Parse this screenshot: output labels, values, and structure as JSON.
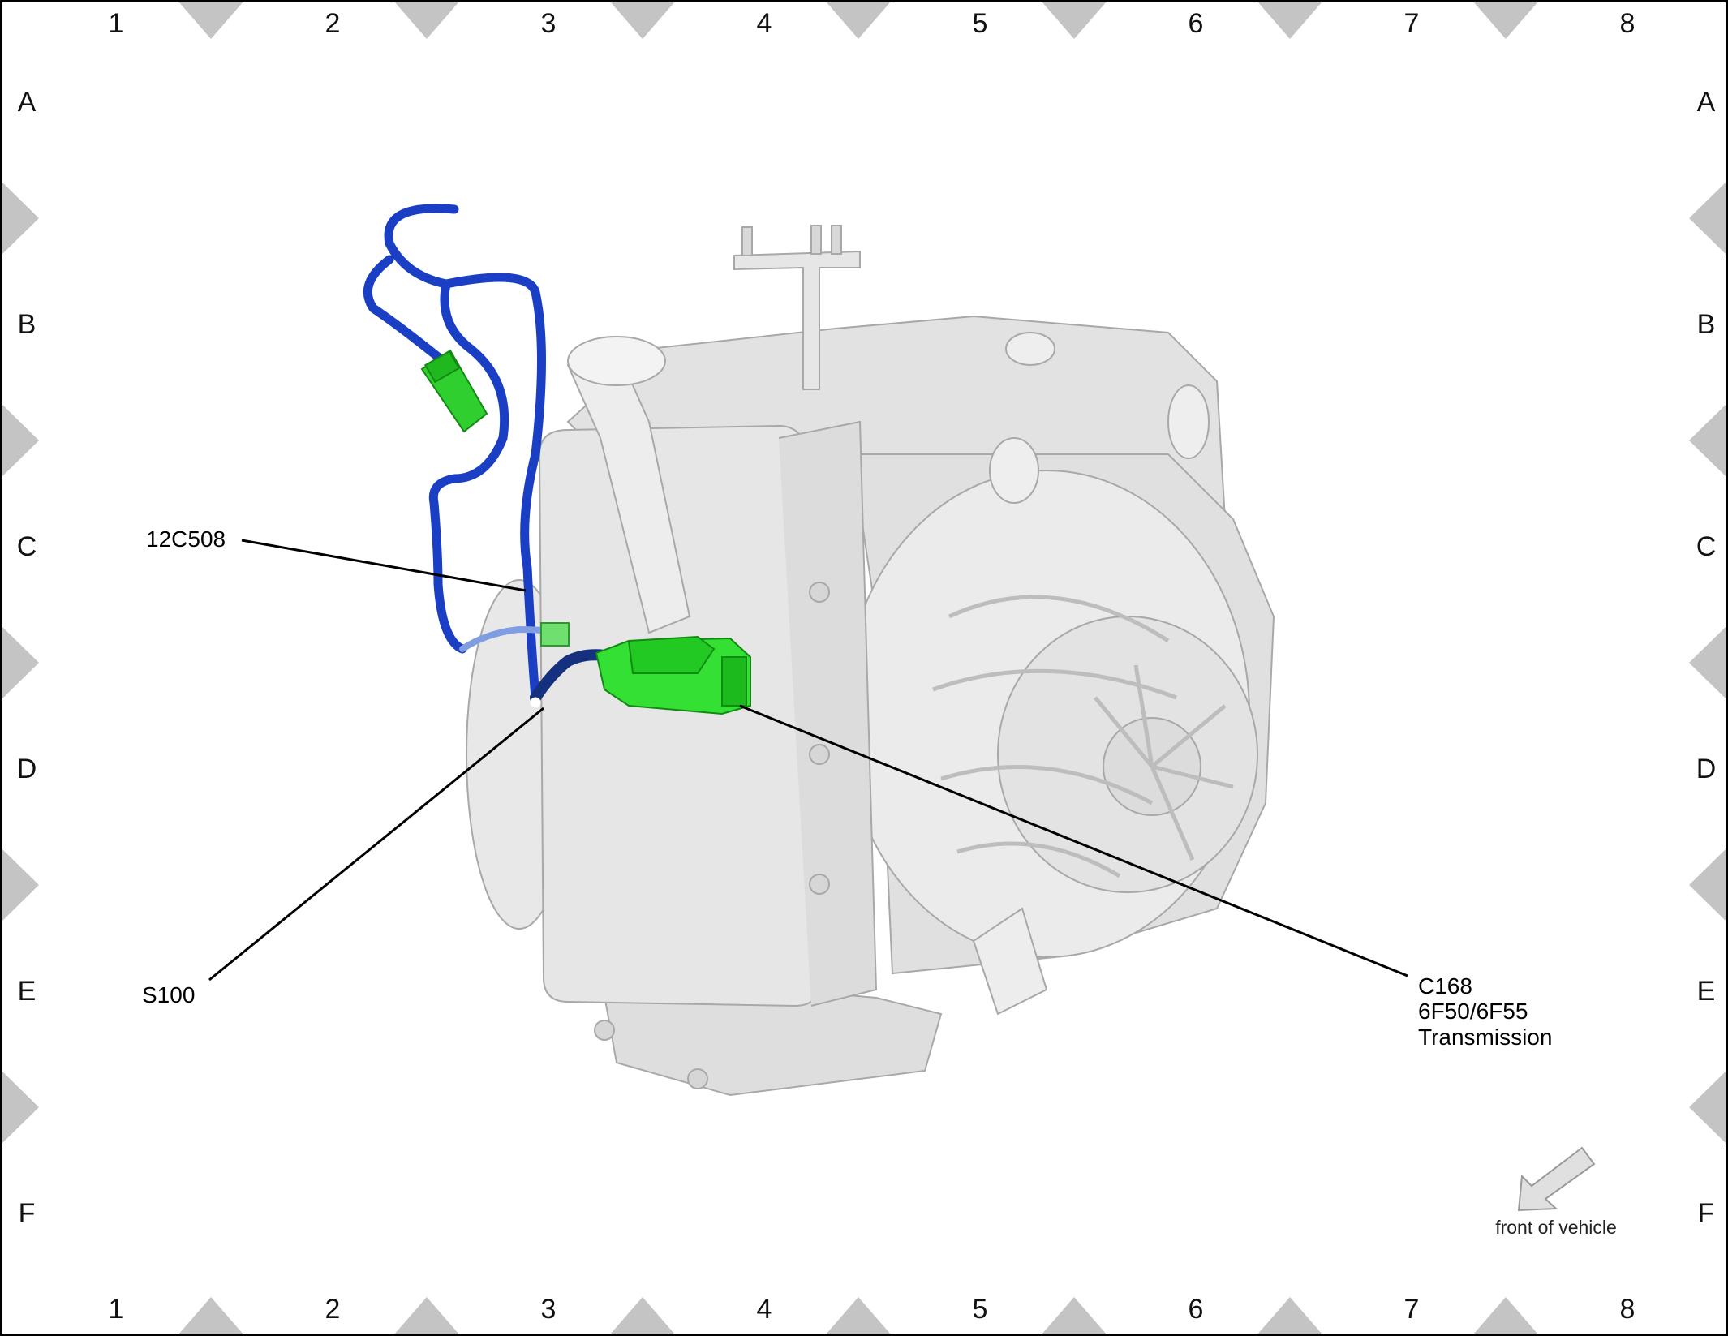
{
  "grid": {
    "columns": [
      "1",
      "2",
      "3",
      "4",
      "5",
      "6",
      "7",
      "8"
    ],
    "rows": [
      "A",
      "B",
      "C",
      "D",
      "E",
      "F"
    ]
  },
  "callouts": {
    "harness": "12C508",
    "splice": "S100",
    "connector_id": "C168",
    "connector_desc_1": "6F50/6F55",
    "connector_desc_2": "Transmission"
  },
  "orientation": {
    "label": "front of vehicle",
    "icon": "front-arrow-icon"
  },
  "colors": {
    "harness": "#1a3fc4",
    "connector": "#2ee02e",
    "transmission": "#e4e4e4",
    "border_marker": "#c4c4c4"
  }
}
